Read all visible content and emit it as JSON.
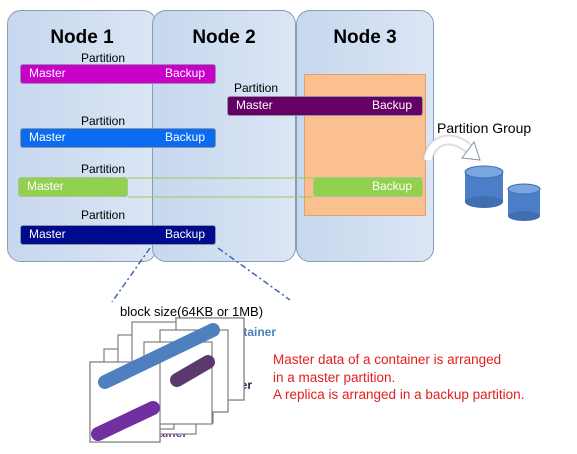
{
  "nodes": [
    {
      "title": "Node 1"
    },
    {
      "title": "Node 2"
    },
    {
      "title": "Node 3"
    }
  ],
  "partitions": [
    {
      "label": "Partition",
      "master": "Master",
      "backup": "Backup",
      "color": "#c800c8"
    },
    {
      "label": "Partition",
      "master": "Master",
      "backup": "Backup",
      "color": "#660066"
    },
    {
      "label": "Partition",
      "master": "Master",
      "backup": "Backup",
      "color": "#0a6cf0"
    },
    {
      "label": "Partition",
      "master": "Master",
      "backup": "Backup",
      "color": "#92d050"
    },
    {
      "label": "Partition",
      "master": "Master",
      "backup": "Backup",
      "color": "#000a8c"
    }
  ],
  "partition_group": {
    "label": "Partition Group",
    "color": "#fac090"
  },
  "block": {
    "label": "block size(64KB  or   1MB)"
  },
  "containers": [
    {
      "label": "container",
      "color": "#4e80c0"
    },
    {
      "label": "container",
      "color": "#5a3a6e"
    },
    {
      "label": "container",
      "color": "#7030a0"
    }
  ],
  "notes": {
    "line1": "Master data of a container is arranged",
    "line2": " in a master partition.",
    "line3": "A replica is arranged in a backup partition."
  },
  "colors": {
    "node_fill": "#c7d7ee",
    "node_border": "#8a9cb4",
    "note_text": "#e0201e",
    "db_icon": "#4a7fc8"
  }
}
